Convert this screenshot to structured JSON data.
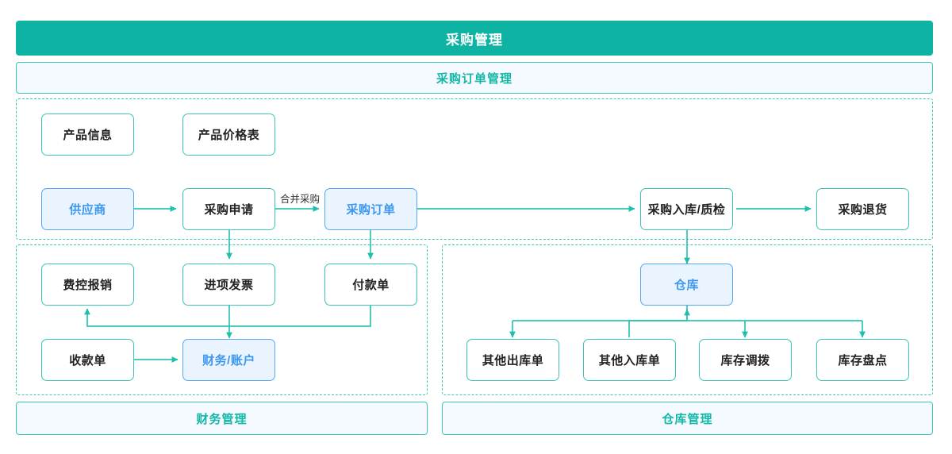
{
  "header": {
    "title": "采购管理",
    "accent_color": "#0fb3a4"
  },
  "bands": {
    "order_management": "采购订单管理",
    "finance_management": "财务管理",
    "warehouse_management": "仓库管理"
  },
  "colors": {
    "teal": "#14b6a6",
    "teal_border": "#3cc6b4",
    "blue_border": "#55a8f5",
    "blue_fill": "#e9f4fe",
    "blue_text": "#3d97f0",
    "band_fill": "#f4faff",
    "node_text": "#222222"
  },
  "nodes": {
    "product_info": "产品信息",
    "product_price_list": "产品价格表",
    "supplier": "供应商",
    "purchase_request": "采购申请",
    "purchase_order": "采购订单",
    "purchase_inbound_qc": "采购入库/质检",
    "purchase_return": "采购退货",
    "expense_reimbursement": "费控报销",
    "input_invoice": "进项发票",
    "payment_voucher": "付款单",
    "receipt_voucher": "收款单",
    "finance_account": "财务/账户",
    "warehouse": "仓库",
    "other_outbound": "其他出库单",
    "other_inbound": "其他入库单",
    "stock_transfer": "库存调拨",
    "stock_count": "库存盘点"
  },
  "edge_labels": {
    "merge_purchase": "合并采购"
  },
  "chart_data": {
    "type": "diagram",
    "title": "采购管理",
    "groups": [
      {
        "id": "group-purchase",
        "label": "采购订单管理",
        "members": [
          "产品信息",
          "产品价格表",
          "供应商",
          "采购申请",
          "采购订单",
          "采购入库/质检",
          "采购退货"
        ]
      },
      {
        "id": "group-finance",
        "label": "财务管理",
        "members": [
          "费控报销",
          "进项发票",
          "付款单",
          "收款单",
          "财务/账户"
        ]
      },
      {
        "id": "group-warehouse",
        "label": "仓库管理",
        "members": [
          "仓库",
          "其他出库单",
          "其他入库单",
          "库存调拨",
          "库存盘点"
        ]
      }
    ],
    "edges": [
      {
        "from": "供应商",
        "to": "采购申请",
        "label": ""
      },
      {
        "from": "采购申请",
        "to": "采购订单",
        "label": "合并采购"
      },
      {
        "from": "采购订单",
        "to": "采购入库/质检",
        "label": ""
      },
      {
        "from": "采购入库/质检",
        "to": "采购退货",
        "label": ""
      },
      {
        "from": "采购申请",
        "to": "进项发票",
        "label": ""
      },
      {
        "from": "采购订单",
        "to": "付款单",
        "label": ""
      },
      {
        "from": "进项发票",
        "to": "财务/账户",
        "label": ""
      },
      {
        "from": "收款单",
        "to": "财务/账户",
        "label": ""
      },
      {
        "from": "付款单",
        "to": "费控报销",
        "label": ""
      },
      {
        "from": "采购入库/质检",
        "to": "仓库",
        "label": ""
      },
      {
        "from": "仓库",
        "to": "其他出库单",
        "label": ""
      },
      {
        "from": "其他入库单",
        "to": "仓库",
        "label": ""
      },
      {
        "from": "仓库",
        "to": "库存调拨",
        "label": ""
      },
      {
        "from": "仓库",
        "to": "库存盘点",
        "label": ""
      }
    ]
  }
}
